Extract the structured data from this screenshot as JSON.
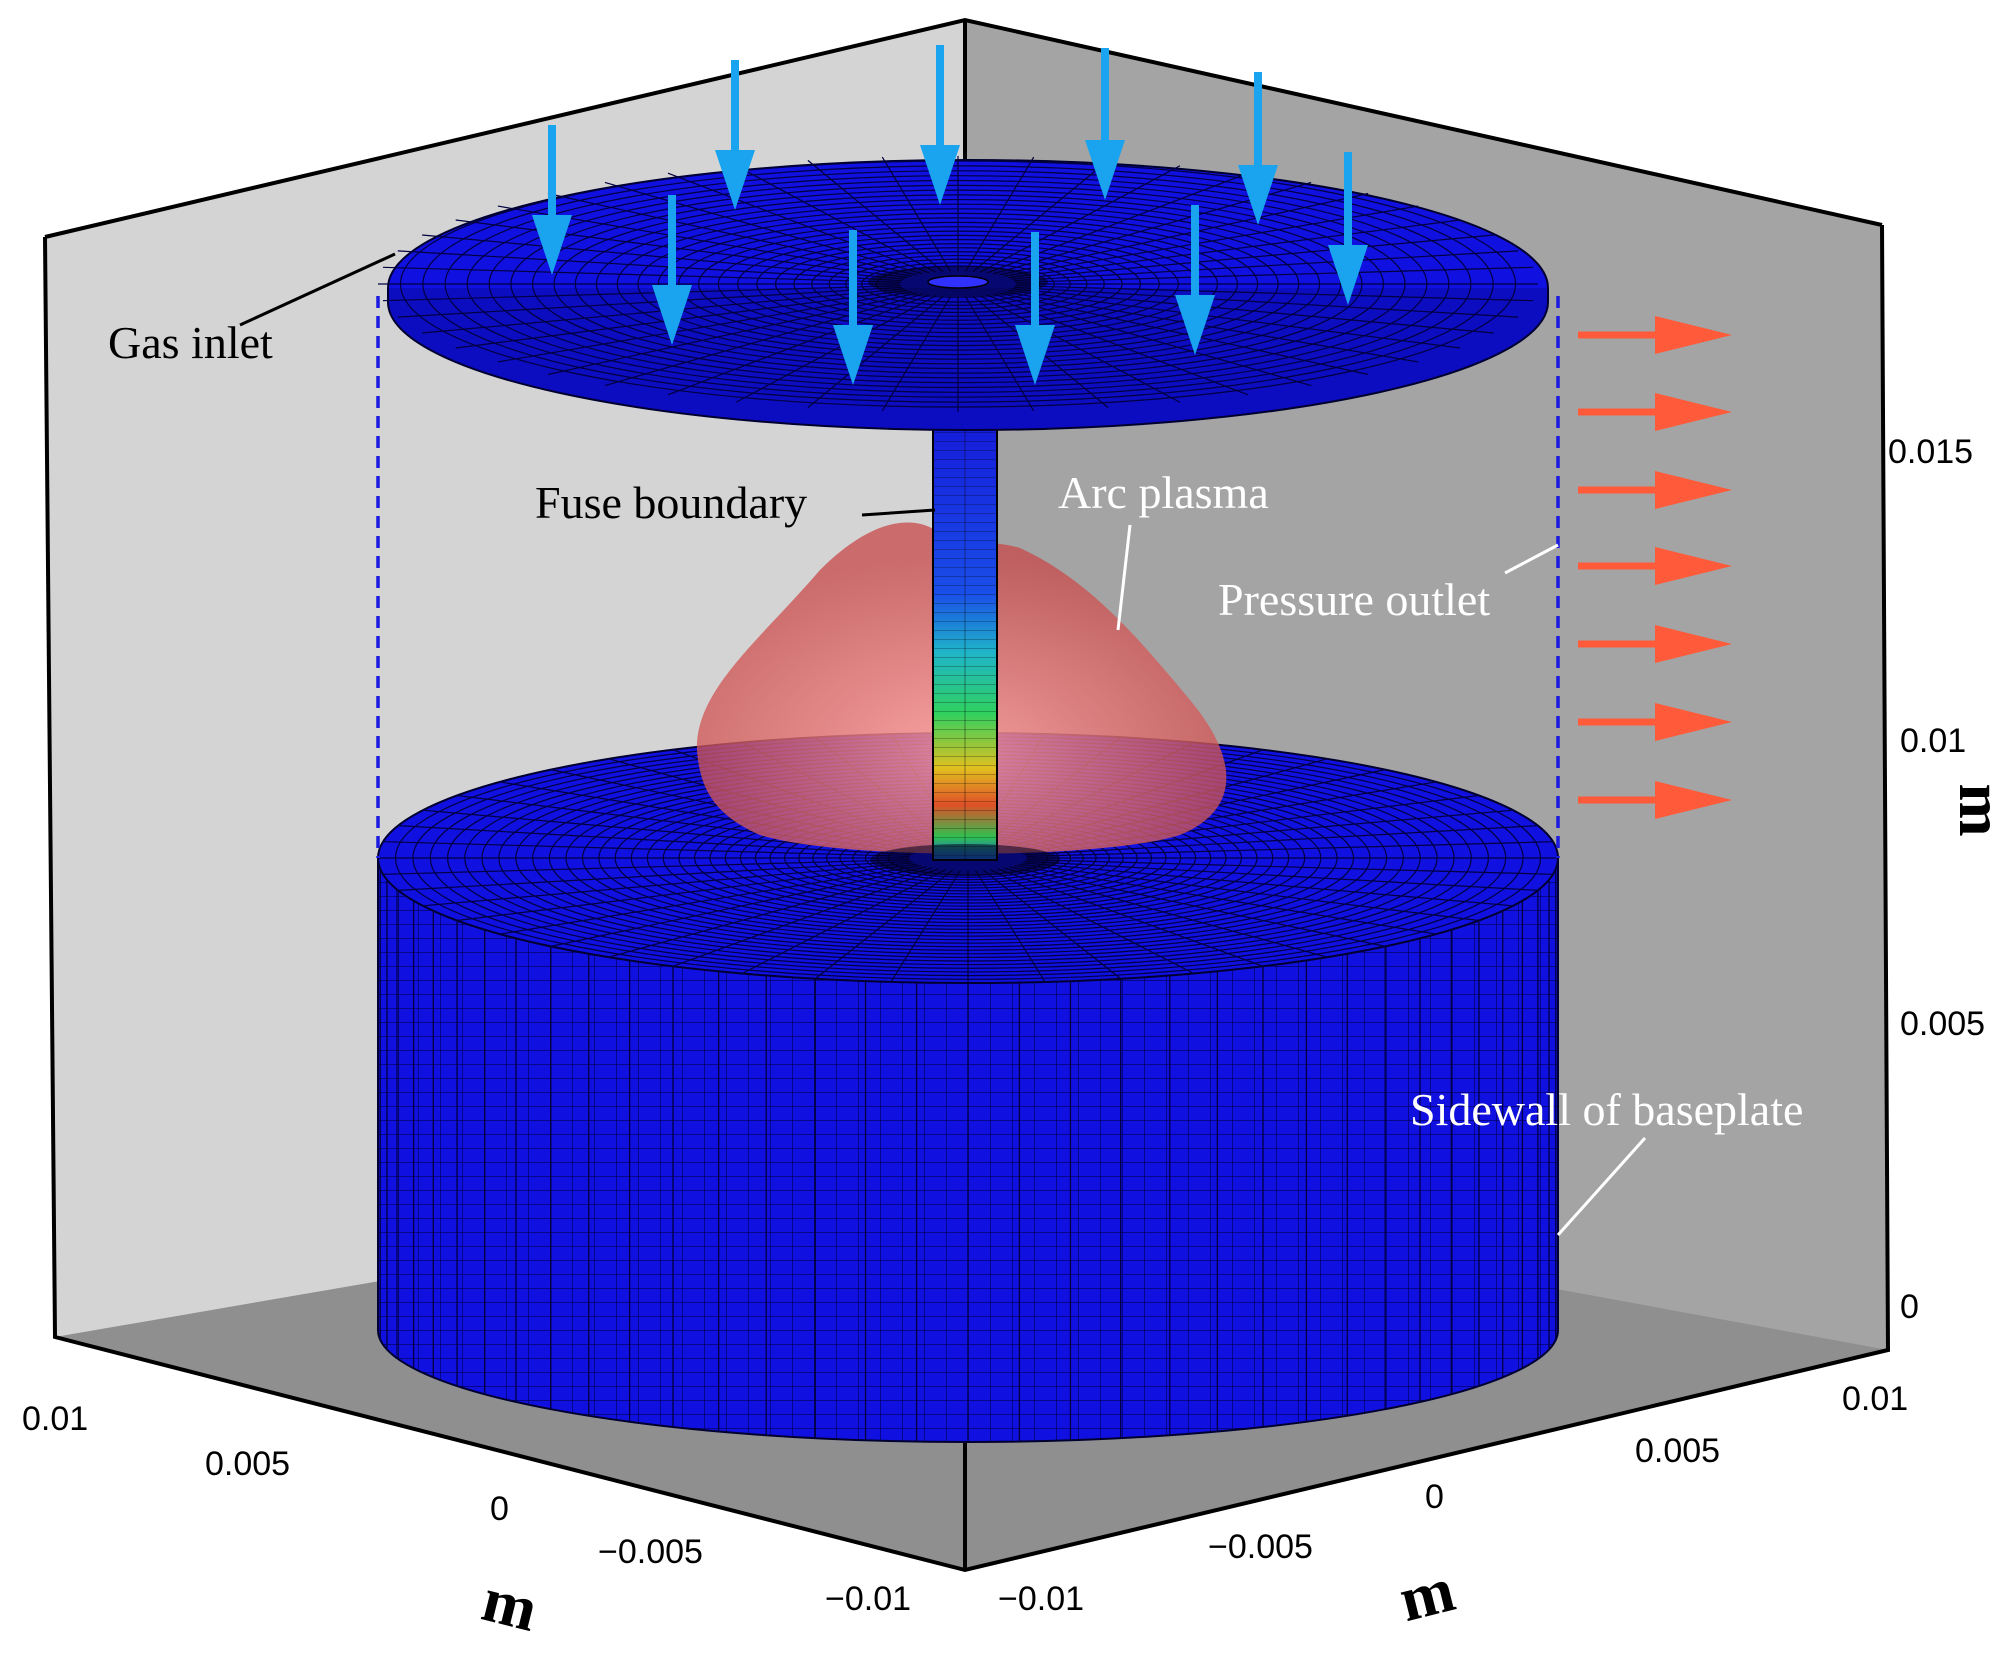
{
  "labels": {
    "gas_inlet": "Gas inlet",
    "fuse_boundary": "Fuse boundary",
    "arc_plasma": "Arc plasma",
    "pressure_outlet": "Pressure outlet",
    "sidewall": "Sidewall of baseplate"
  },
  "axes": {
    "vertical": {
      "unit": "m",
      "ticks": [
        "0",
        "0.005",
        "0.01",
        "0.015"
      ]
    },
    "left_floor": {
      "unit": "m",
      "ticks": [
        "0.01",
        "0.005",
        "0",
        "−0.005",
        "−0.01"
      ]
    },
    "right_floor": {
      "unit": "m",
      "ticks": [
        "−0.01",
        "−0.005",
        "0",
        "0.005",
        "0.01"
      ]
    }
  },
  "colors": {
    "mesh_blue": "#1010e0",
    "inlet_arrow": "#1aa3ee",
    "outlet_arrow": "#ff5a3a",
    "plasma": "#e86060",
    "left_wall": "#d4d4d4",
    "right_wall": "#a4a4a4",
    "floor": "#8f8f8f"
  },
  "icons": {
    "inlet_arrows": "arrow-down-icon",
    "outlet_arrows": "arrow-right-icon"
  }
}
